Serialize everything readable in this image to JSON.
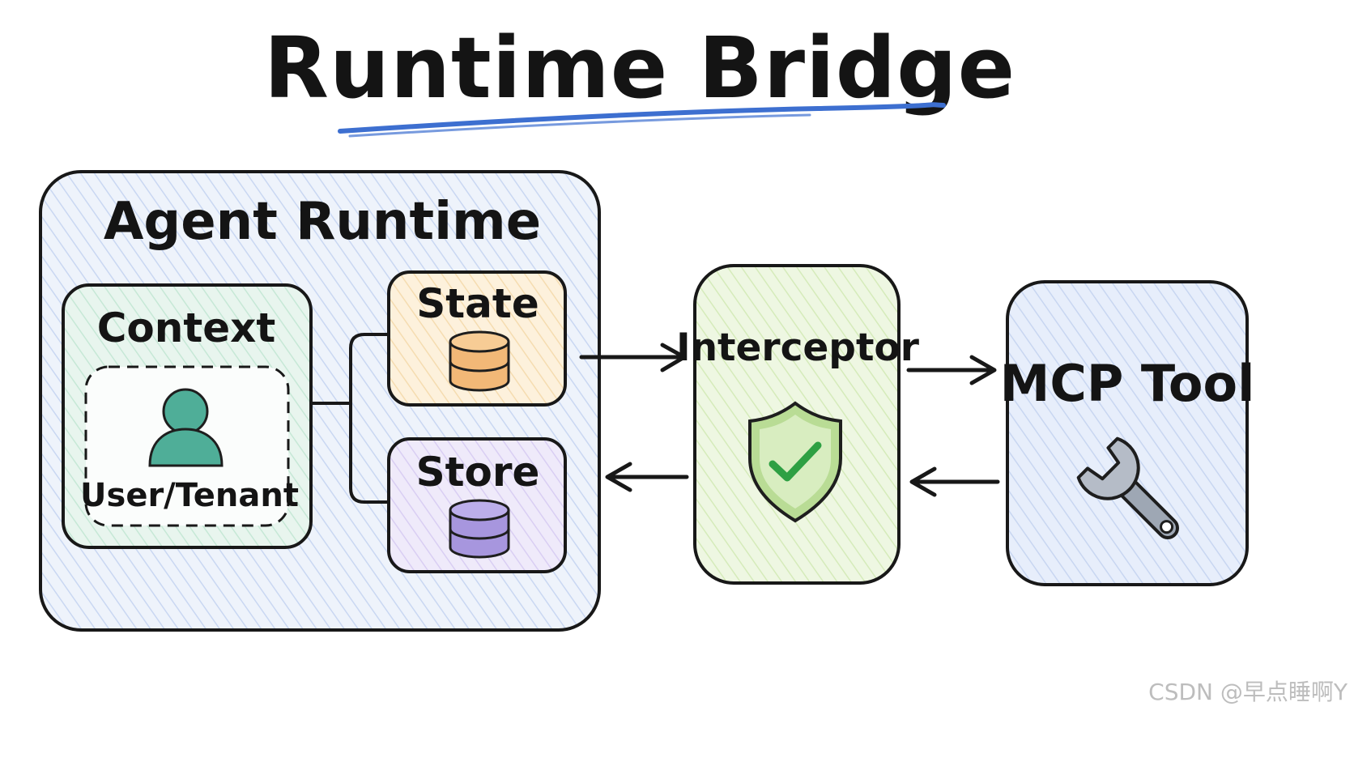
{
  "title": "Runtime Bridge",
  "agent_runtime": {
    "label": "Agent Runtime",
    "context": {
      "label": "Context",
      "user": {
        "label": "User/Tenant",
        "icon": "user-icon"
      }
    },
    "state": {
      "label": "State",
      "icon": "database-icon",
      "color": "#f5c58a"
    },
    "store": {
      "label": "Store",
      "icon": "database-icon",
      "color": "#b5a6e6"
    }
  },
  "interceptor": {
    "label": "Interceptor",
    "icon": "shield-check-icon",
    "check_color": "#2ea043"
  },
  "mcp_tool": {
    "label": "MCP Tool",
    "icon": "wrench-icon"
  },
  "watermark": "CSDN @早点睡啊Y",
  "colors": {
    "agent_fill": "#eef3fb",
    "context_fill": "#e6f5ef",
    "state_fill": "#fdf1dc",
    "store_fill": "#eee9f9",
    "interceptor_fill": "#edf6e1",
    "mcp_fill": "#e6eefb",
    "underline": "#3d6fd0",
    "outline": "#181818"
  }
}
